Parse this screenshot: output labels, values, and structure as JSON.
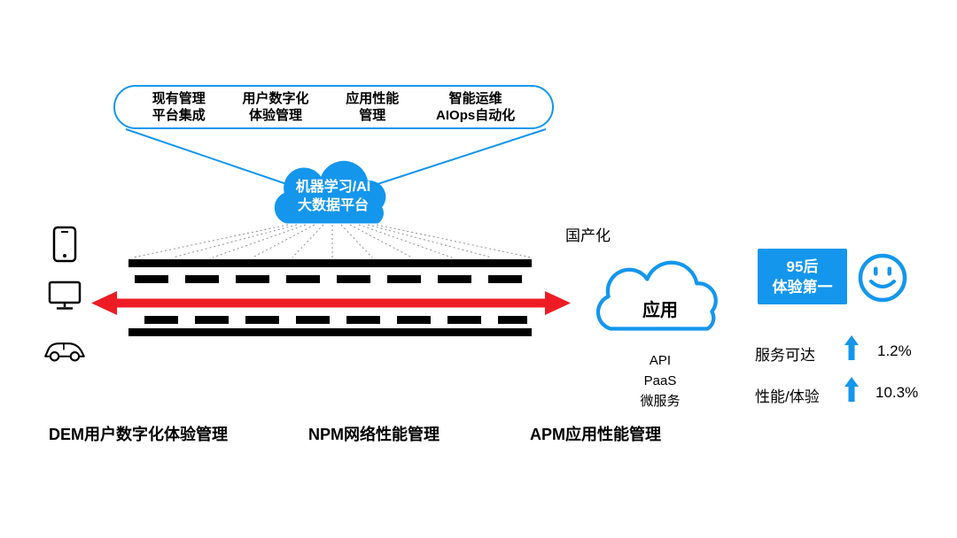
{
  "colors": {
    "blue": "#1496EC",
    "red": "#ED1C24",
    "black": "#000000"
  },
  "pill": {
    "items": [
      {
        "line1": "现有管理",
        "line2": "平台集成"
      },
      {
        "line1": "用户数字化",
        "line2": "体验管理"
      },
      {
        "line1": "应用性能",
        "line2": "管理"
      },
      {
        "line1": "智能运维",
        "line2": "AIOps自动化"
      }
    ]
  },
  "ai_cloud": {
    "line1": "机器学习/AI",
    "line2": "大数据平台"
  },
  "labels": {
    "localization": "国产化"
  },
  "app_cloud": {
    "title": "应用",
    "items": [
      "API",
      "PaaS",
      "微服务"
    ]
  },
  "badge": {
    "line1": "95后",
    "line2": "体验第一"
  },
  "metrics": [
    {
      "label": "服务可达",
      "value": "1.2%"
    },
    {
      "label": "性能/体验",
      "value": "10.3%"
    }
  ],
  "bottom_labels": [
    {
      "text": "DEM用户数字化体验管理"
    },
    {
      "text": "NPM网络性能管理"
    },
    {
      "text": "APM应用性能管理"
    }
  ]
}
